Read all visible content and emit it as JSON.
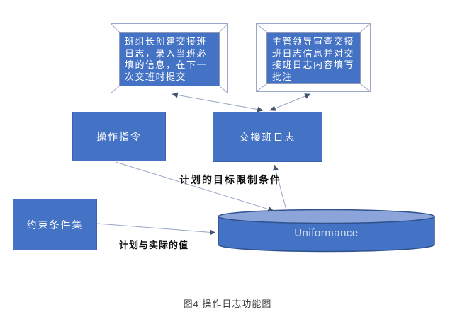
{
  "figure": {
    "caption": "图4 操作日志功能图",
    "nodes": {
      "callout_left": "班组长创建交接班日志，录入当班必填的信息，在下一次交班时提交",
      "callout_right": "主管领导审查交接班日志信息并对交接班日志内容填写批注",
      "operation_command": "操作指令",
      "shift_log": "交接班日志",
      "constraint_set": "约束条件集",
      "database": "Uniformance"
    },
    "edge_labels": {
      "plan_target": "计划的目标限制条件",
      "plan_actual": "计划与实际的值"
    },
    "colors": {
      "box_fill": "#4472c4",
      "box_border": "#3a62ae",
      "cylinder_top_fill": "#8ba5da",
      "cylinder_border": "#2f528f",
      "frame_border": "#9ba7c9",
      "connector_line": "#96a4c4",
      "arrowhead": "#44546a",
      "box_text": "#ffffff",
      "cylinder_text": "#d3deef",
      "label_text": "#111111",
      "caption_text": "#3d3d3d"
    }
  }
}
